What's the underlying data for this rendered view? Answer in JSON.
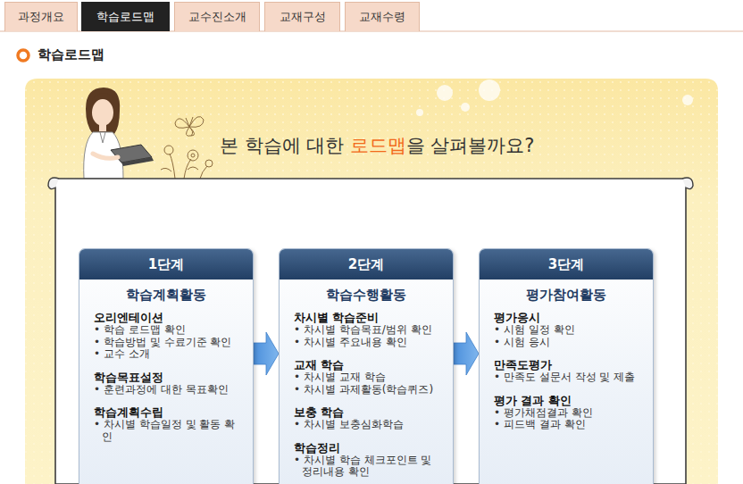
{
  "diagram": {
    "title": "학습로드맵",
    "nodes": [
      {
        "text": [
          "과정개요"
        ]
      },
      {
        "text": [
          "학습로드맵"
        ]
      },
      {
        "text": [
          "교수진소개"
        ]
      },
      {
        "text": [
          "교재구성"
        ]
      },
      {
        "text": [
          "교재수령"
        ]
      },
      {
        "text": [
          "1단계",
          "학습계획활동",
          "오리엔테이션",
          "• 학습 로드맵 확인",
          "• 학습방법 및 수료기준 확인",
          "• 교수 소개",
          "학습목표설정",
          "• 훈련과정에 대한 목표확인",
          "학습계획수립",
          "• 차시별 학습일정 및 활동 확인"
        ]
      },
      {
        "text": [
          "2단계",
          "학습수행활동",
          "차시별 학습준비",
          "• 차시별 학습목표/범위 확인",
          "• 차시별 주요내용 확인",
          "교재 학습",
          "• 차시별 교재 학습",
          "• 차시별 과제활동(학습퀴즈)",
          "보충 학습",
          "• 차시별 보충심화학습",
          "학습정리",
          "• 차시별 학습 체크포인트 및 정리내용 확인"
        ]
      },
      {
        "text": [
          "3단계",
          "평가참여활동",
          "평가응시",
          "• 시험 일정 확인",
          "• 시험 응시",
          "만족도평가",
          "• 만족도 설문서 작성 및 제출",
          "평가 결과 확인",
          "• 평가채점결과 확인",
          "• 피드백 결과 확인"
        ]
      }
    ],
    "edges": [
      {
        "from": 5,
        "to": 6,
        "arrow": "to"
      },
      {
        "from": 6,
        "to": 7,
        "arrow": "to"
      }
    ],
    "labels": [
      "본 학습에 대한",
      "로드맵",
      "을 살펴볼까요?"
    ]
  }
}
